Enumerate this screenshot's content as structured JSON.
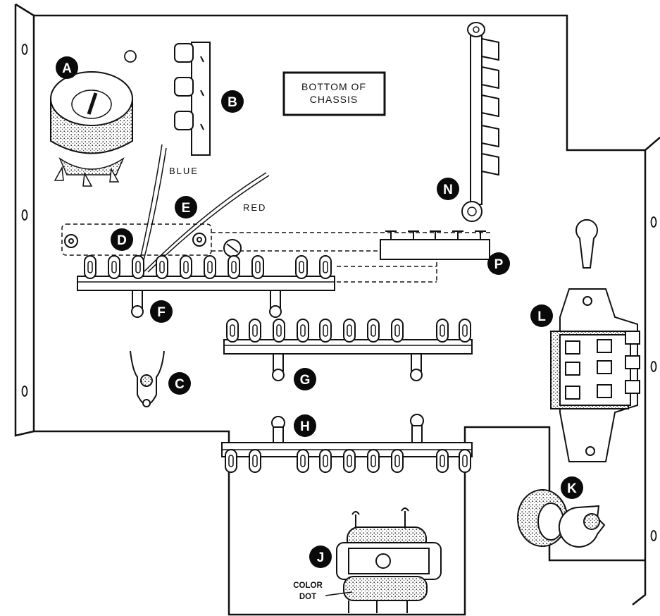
{
  "title_box": {
    "line1": "BOTTOM OF",
    "line2": "CHASSIS"
  },
  "wires": {
    "blue": "BLUE",
    "red": "RED"
  },
  "color_dot": {
    "line1": "COLOR",
    "line2": "DOT"
  },
  "callouts": {
    "a": "A",
    "b": "B",
    "c": "C",
    "d": "D",
    "e": "E",
    "f": "F",
    "g": "G",
    "h": "H",
    "j": "J",
    "k": "K",
    "l": "L",
    "n": "N",
    "p": "P"
  },
  "colors": {
    "ink": "#111111",
    "paper": "#ffffff",
    "stipple": "#9a9a9a"
  }
}
